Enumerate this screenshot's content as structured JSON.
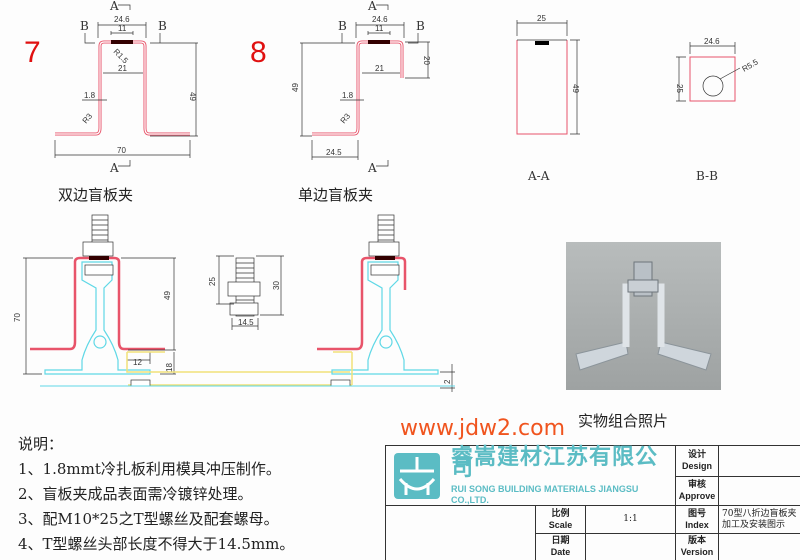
{
  "figure7": {
    "number": "7",
    "caption": "双边盲板夹",
    "section_a": "A",
    "section_b": "B",
    "dims": {
      "top_width": "24.6",
      "pad": "11",
      "radius_top": "R1.5",
      "inner": "21",
      "thickness": "1.8",
      "radius_bottom": "R3",
      "height": "49",
      "total_width": "70"
    }
  },
  "figure8": {
    "number": "8",
    "caption": "单边盲板夹",
    "section_a": "A",
    "section_b": "B",
    "dims": {
      "top_width": "24.6",
      "pad": "11",
      "inner": "21",
      "lip": "20",
      "thickness": "1.8",
      "radius_bottom": "R3",
      "height": "49",
      "foot": "24.5"
    }
  },
  "section_aa": {
    "caption": "A-A",
    "width": "25",
    "height": "49"
  },
  "section_bb": {
    "caption": "B-B",
    "width": "24.6",
    "height": "25",
    "hole": "R5.5"
  },
  "assembly": {
    "dims": {
      "total_height": "70",
      "clip_height": "49",
      "gap": "12",
      "panel_height": "18",
      "thickness": "2"
    }
  },
  "bolt": {
    "dims": {
      "thread": "25",
      "length": "30",
      "head": "14.5"
    }
  },
  "photo": {
    "caption": "实物组合照片"
  },
  "notes": {
    "title": "说明：",
    "items": [
      "1、1.8mmt冷扎板利用模具冲压制作。",
      "2、盲板夹成品表面需冷镀锌处理。",
      "3、配M10*25之T型螺丝及配套螺母。",
      "4、T型螺丝头部长度不得大于14.5mm。"
    ]
  },
  "watermark": "www.jdw2.com",
  "title_block": {
    "company_cn": "睿嵩建材江苏有限公司",
    "company_en": "RUI SONG BUILDING MATERIALS JIANGSU CO.,LTD.",
    "design_cn": "设计",
    "design_en": "Design",
    "approve_cn": "审核",
    "approve_en": "Approve",
    "scale_cn": "比例",
    "scale_en": "Scale",
    "scale_value": "1:1",
    "index_cn": "图号",
    "index_en": "Index",
    "index_value": "70型八折边盲板夹加工及安装图示",
    "date_cn": "日期",
    "date_en": "Date",
    "version_cn": "版本",
    "version_en": "Version"
  },
  "colors": {
    "clip": "#e8546a",
    "profile": "#5fd8e6",
    "panel": "#f2e27a",
    "number": "#e01010",
    "brand": "#5bbcc4",
    "watermark": "#f0541e"
  }
}
